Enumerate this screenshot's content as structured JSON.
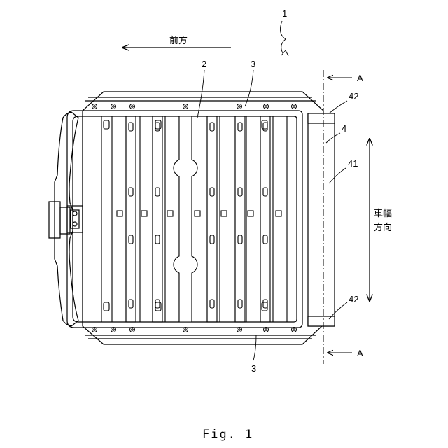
{
  "figure": {
    "caption": "Fig. 1",
    "labels": {
      "assembly": "1",
      "forward": "前方",
      "part_2": "2",
      "part_3_top": "3",
      "part_3_bottom": "3",
      "section_top": "A",
      "section_bottom": "A",
      "part_42_top": "42",
      "part_4": "4",
      "part_41": "41",
      "part_42_bottom": "42",
      "width_line1": "車幅",
      "width_line2": "方向"
    }
  }
}
